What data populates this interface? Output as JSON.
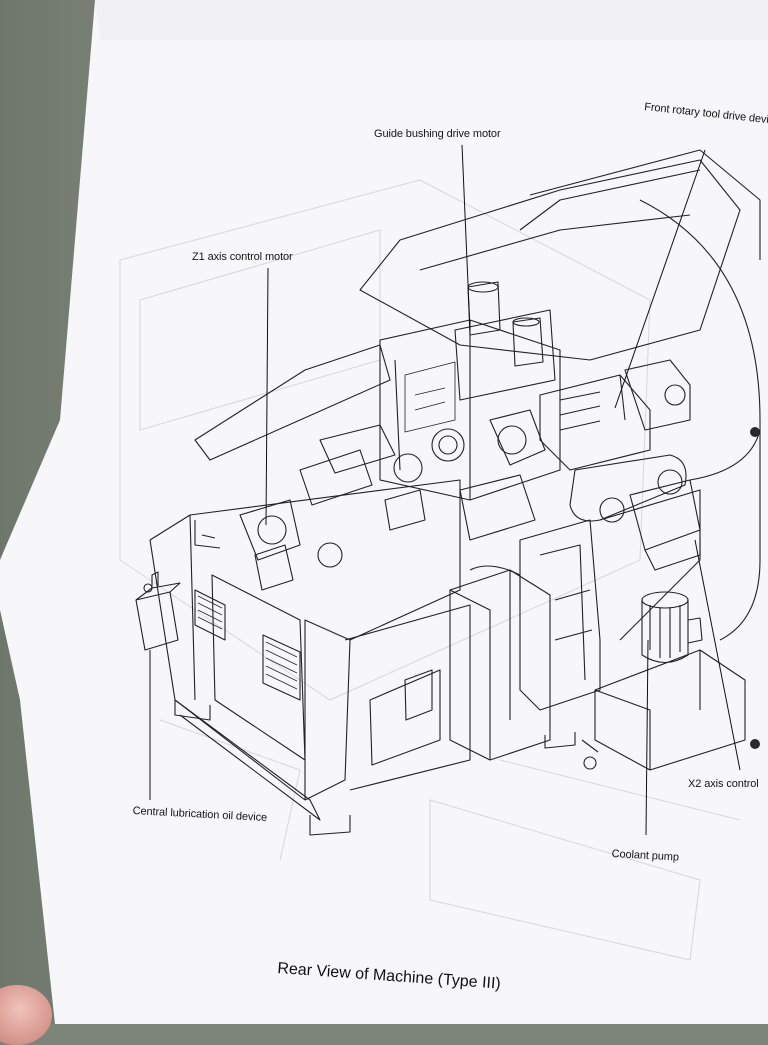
{
  "labels": {
    "front_rotary_tool_drive": "Front rotary tool drive device",
    "guide_bushing_drive_motor": "Guide bushing drive motor",
    "z1_axis_control_motor": "Z1 axis control motor",
    "central_lubrication_oil_device": "Central lubrication oil device",
    "coolant_pump": "Coolant pump",
    "x2_axis_control": "X2 axis control"
  },
  "caption": "Rear View of Machine (Type III)"
}
